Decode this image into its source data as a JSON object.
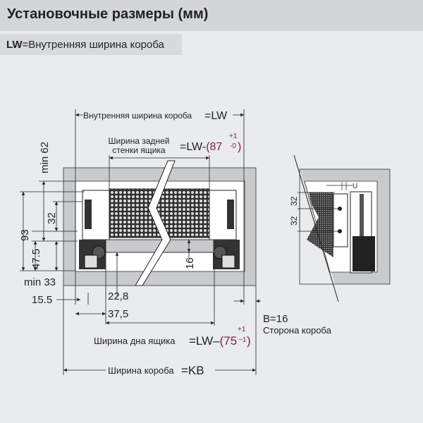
{
  "header": {
    "title": "Установочные размеры (мм)"
  },
  "legend": {
    "abbr": "LW",
    "text": "=Внутренняя ширина короба"
  },
  "dims": {
    "inner_width": "Внутренняя ширина короба",
    "inner_width_eq": "=LW",
    "back_wall_line1": "Ширина задней",
    "back_wall_line2": "стенки ящика",
    "back_wall_eq": "=LW-",
    "back_wall_open": "(87",
    "back_wall_sup": "+1",
    "back_wall_sub": "-0",
    "back_wall_close": ")",
    "min62": "min 62",
    "d93": "93",
    "d32": "32",
    "d47_5": "47.5",
    "min33": "min 33",
    "d15_5": "15.5",
    "d22_8": "22,8",
    "d37_5": "37,5",
    "d16": "16",
    "bottom_label": "Ширина дна ящика",
    "bottom_eq": "=LW–",
    "bottom_open": "(75",
    "bottom_sup": "+1",
    "bottom_sub": "−1",
    "bottom_close": ")",
    "box_width": "Ширина короба",
    "box_width_eq": "=KB",
    "side_b": "B=16",
    "side_label": "Сторона короба"
  },
  "detail": {
    "d32a": "32",
    "d32b": "32",
    "u": "U"
  },
  "colors": {
    "accent": "#8a2035",
    "panel": "#c8cacc"
  }
}
